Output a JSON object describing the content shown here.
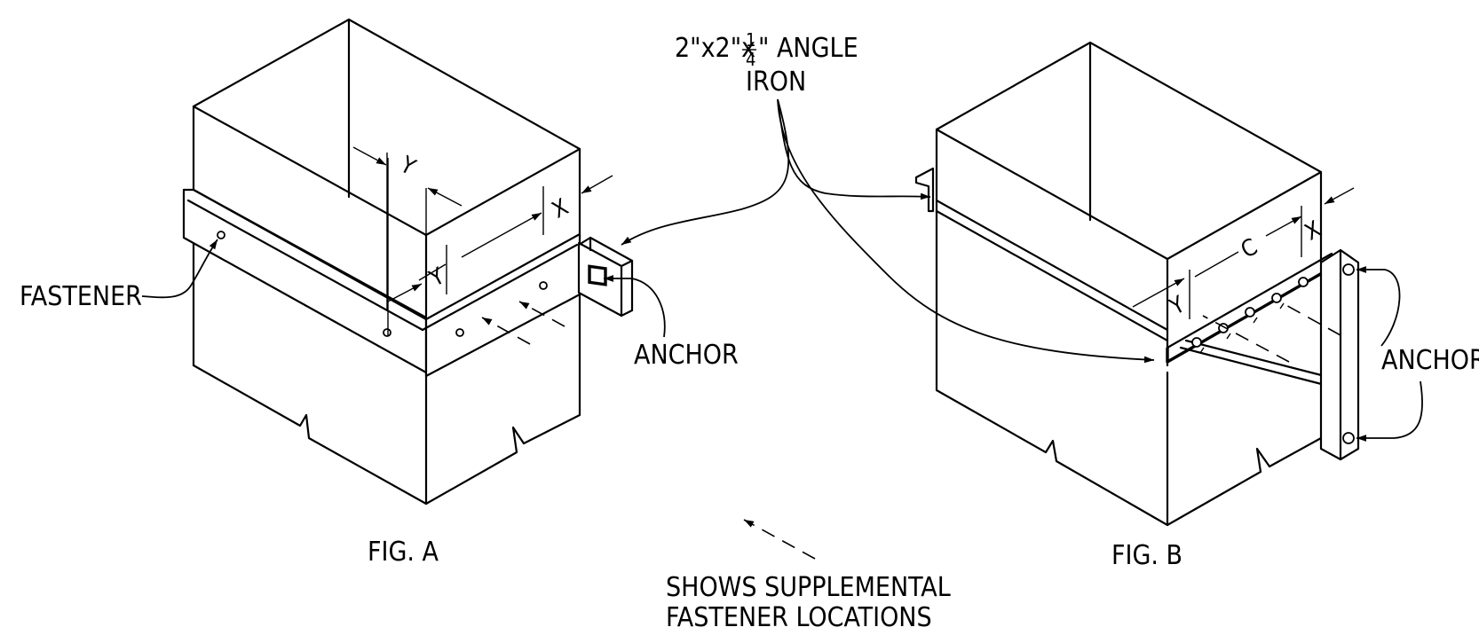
{
  "labels": {
    "angle_iron": "2\"x2\"x",
    "angle_iron_fraction_num": "1",
    "angle_iron_fraction_den": "4",
    "angle_iron_suffix": "\" ANGLE",
    "angle_iron_line2": "IRON",
    "fastener": "FASTENER",
    "anchor_a": "ANCHOR",
    "anchor_b": "ANCHOR",
    "fig_a": "FIG. A",
    "fig_b": "FIG. B",
    "legend_line1": "SHOWS SUPPLEMENTAL",
    "legend_line2": "FASTENER LOCATIONS"
  },
  "dimensions": {
    "y": "Y",
    "x": "X",
    "c": "C"
  }
}
